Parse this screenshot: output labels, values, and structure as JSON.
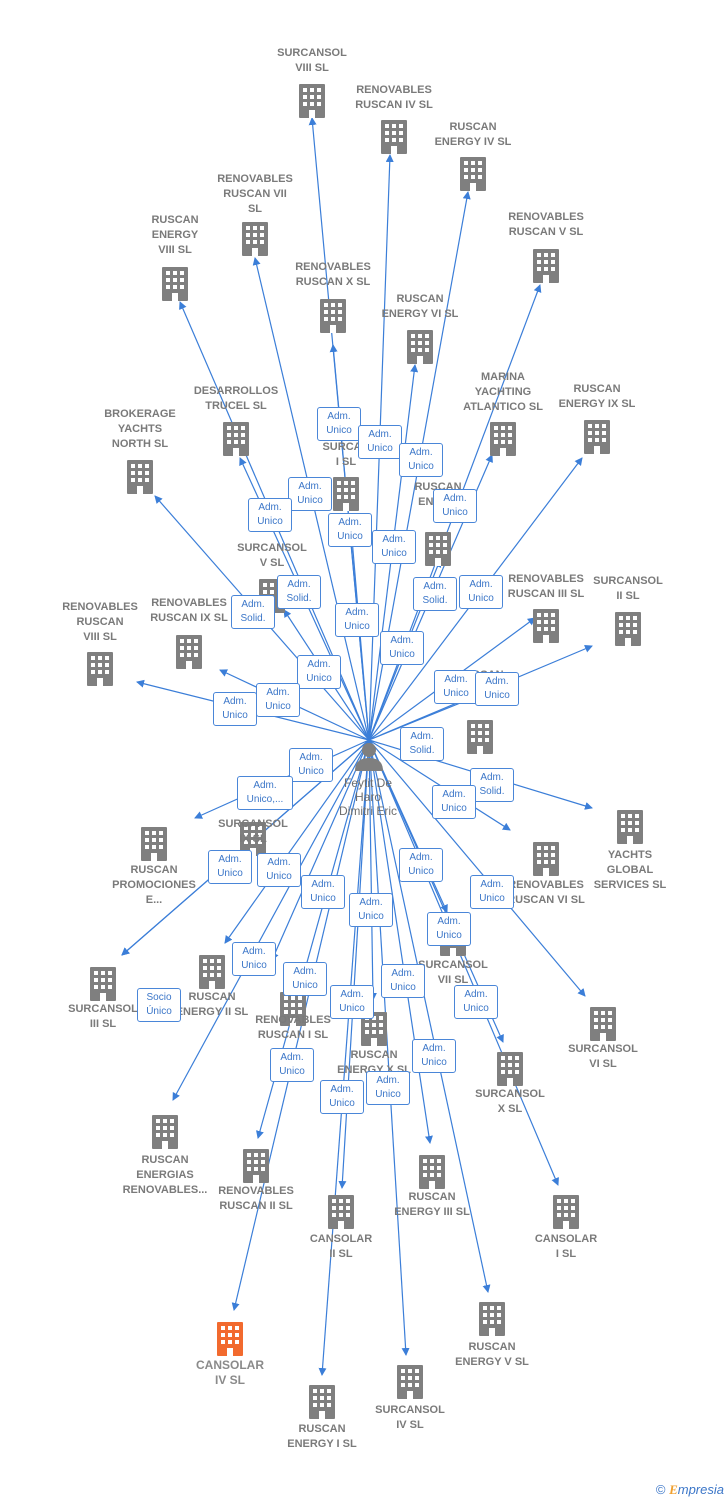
{
  "person": {
    "label": "Feytit De\nHaro\nDimitri Eric"
  },
  "companies": [
    {
      "id": "c1",
      "label": "SURCANSOL\nVIII  SL"
    },
    {
      "id": "c2",
      "label": "RENOVABLES\nRUSCAN IV  SL"
    },
    {
      "id": "c3",
      "label": "RUSCAN\nENERGY IV  SL"
    },
    {
      "id": "c4",
      "label": "RENOVABLES\nRUSCAN VII\nSL"
    },
    {
      "id": "c5",
      "label": "RUSCAN\nENERGY\nVIII  SL"
    },
    {
      "id": "c6",
      "label": "RENOVABLES\nRUSCAN V  SL"
    },
    {
      "id": "c7",
      "label": "RENOVABLES\nRUSCAN X  SL"
    },
    {
      "id": "c8",
      "label": "RUSCAN\nENERGY VI  SL"
    },
    {
      "id": "c9",
      "label": "MARINA\nYACHTING\nATLANTICO  SL"
    },
    {
      "id": "c10",
      "label": "RUSCAN\nENERGY IX  SL"
    },
    {
      "id": "c11",
      "label": "DESARROLLOS\nTRUCEL  SL"
    },
    {
      "id": "c12",
      "label": "BROKERAGE\nYACHTS\nNORTH  SL"
    },
    {
      "id": "c13",
      "label": "SURCAN\nI  SL"
    },
    {
      "id": "c14",
      "label": "RUSCAN\nENER..."
    },
    {
      "id": "c15",
      "label": "SURCANSOL\nV  SL"
    },
    {
      "id": "c16",
      "label": "RENOVABLES\nRUSCAN III  SL"
    },
    {
      "id": "c17",
      "label": "SURCANSOL\nII  SL"
    },
    {
      "id": "c18",
      "label": "RENOVABLES\nRUSCAN\nVIII  SL"
    },
    {
      "id": "c19",
      "label": "RENOVABLES\nRUSCAN IX  SL"
    },
    {
      "id": "c20",
      "label": "RUSCAN\nENERGY..."
    },
    {
      "id": "c21",
      "label": "YACHTS\nGLOBAL\nSERVICES  SL"
    },
    {
      "id": "c22",
      "label": "SURCANSOL\nIX  SL"
    },
    {
      "id": "c23",
      "label": "RUSCAN\nPROMOCIONES\nE..."
    },
    {
      "id": "c24",
      "label": "RENOVABLES\nRUSCAN VI  SL"
    },
    {
      "id": "c25",
      "label": "SURCANSOL\nVII  SL"
    },
    {
      "id": "c26",
      "label": "SURCANSOL\nIII  SL"
    },
    {
      "id": "c27",
      "label": "RUSCAN\nENERGY II  SL"
    },
    {
      "id": "c28",
      "label": "RENOVABLES\nRUSCAN I  SL"
    },
    {
      "id": "c29",
      "label": "RUSCAN\nENERGY X  SL"
    },
    {
      "id": "c30",
      "label": "SURCANSOL\nVI  SL"
    },
    {
      "id": "c31",
      "label": "SURCANSOL\nX  SL"
    },
    {
      "id": "c32",
      "label": "RUSCAN\nENERGIAS\nRENOVABLES..."
    },
    {
      "id": "c33",
      "label": "RENOVABLES\nRUSCAN II  SL"
    },
    {
      "id": "c34",
      "label": "RUSCAN\nENERGY III  SL"
    },
    {
      "id": "c35",
      "label": "CANSOLAR\nII  SL"
    },
    {
      "id": "c36",
      "label": "CANSOLAR\nI  SL"
    },
    {
      "id": "c37",
      "label": "RUSCAN\nENERGY V  SL"
    },
    {
      "id": "c38",
      "label": "CANSOLAR\nIV  SL",
      "highlight": true
    },
    {
      "id": "c39",
      "label": "SURCANSOL\nIV  SL"
    },
    {
      "id": "c40",
      "label": "RUSCAN\nENERGY I  SL"
    }
  ],
  "roles": [
    "Adm.\nUnico",
    "Adm.\nUnico",
    "Adm.\nUnico",
    "Adm.\nUnico",
    "Adm.\nUnico",
    "Adm.\nUnico",
    "Adm.\nUnico",
    "Adm.\nUnico",
    "Adm.\nSolid.",
    "Adm.\nUnico",
    "Adm.\nSolid.",
    "Adm.\nSolid.",
    "Adm.\nUnico",
    "Adm.\nUnico",
    "Adm.\nUnico",
    "Adm.\nUnico",
    "Adm.\nUnico",
    "Adm.\nUnico",
    "Adm.\nUnico",
    "Adm.\nSolid.",
    "Adm.\nUnico",
    "Adm.\nUnico,...",
    "Adm.\nSolid.",
    "Adm.\nUnico",
    "Adm.\nUnico",
    "Adm.\nUnico",
    "Adm.\nUnico",
    "Adm.\nUnico",
    "Adm.\nUnico",
    "Adm.\nUnico",
    "Adm.\nUnico",
    "Adm.\nUnico",
    "Adm.\nUnico",
    "Adm.\nUnico",
    "Adm.\nUnico",
    "Adm.\nUnico",
    "Socio\nÚnico",
    "Adm.\nUnico",
    "Adm.\nUnico",
    "Adm.\nUnico",
    "Adm.\nUnico",
    "Adm.\nUnico"
  ],
  "colors": {
    "edge": "#3b7ed8",
    "building": "#7f7f7f",
    "highlight": "#f26a2e"
  },
  "footer": {
    "copyright": "©",
    "brand": "mpresia",
    "brand_initial": "E"
  }
}
